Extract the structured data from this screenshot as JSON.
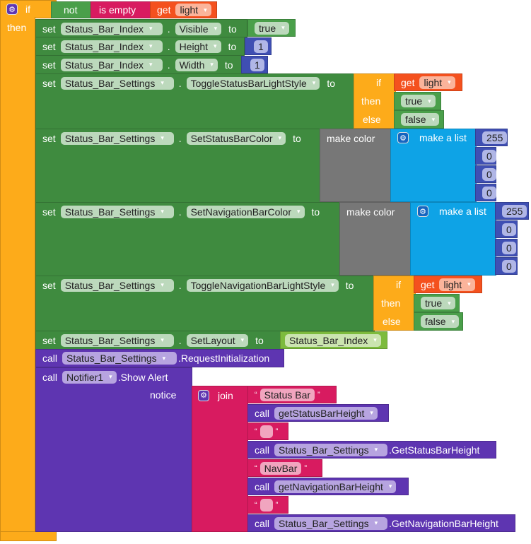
{
  "if_block": {
    "if": "if",
    "then": "then"
  },
  "condition": {
    "not": "not",
    "is_empty": "is empty",
    "get": "get",
    "var": "light"
  },
  "rows": [
    {
      "set": "set",
      "component": "Status_Bar_Index",
      "prop": "Visible",
      "to": "to",
      "value": "true"
    },
    {
      "set": "set",
      "component": "Status_Bar_Index",
      "prop": "Height",
      "to": "to",
      "value": "1"
    },
    {
      "set": "set",
      "component": "Status_Bar_Index",
      "prop": "Width",
      "to": "to",
      "value": "1"
    },
    {
      "set": "set",
      "component": "Status_Bar_Settings",
      "prop": "ToggleStatusBarLightStyle",
      "to": "to"
    },
    {
      "set": "set",
      "component": "Status_Bar_Settings",
      "prop": "SetStatusBarColor",
      "to": "to"
    },
    {
      "set": "set",
      "component": "Status_Bar_Settings",
      "prop": "SetNavigationBarColor",
      "to": "to"
    },
    {
      "set": "set",
      "component": "Status_Bar_Settings",
      "prop": "ToggleNavigationBarLightStyle",
      "to": "to"
    },
    {
      "set": "set",
      "component": "Status_Bar_Settings",
      "prop": "SetLayout",
      "to": "to",
      "value": "Status_Bar_Index"
    }
  ],
  "ternary": {
    "if": "if",
    "then": "then",
    "else": "else",
    "get": "get",
    "var": "light",
    "true": "true",
    "false": "false"
  },
  "color": {
    "make_color": "make color",
    "make_list": "make a list",
    "values": [
      "255",
      "0",
      "0",
      "0"
    ]
  },
  "request": {
    "call": "call",
    "component": "Status_Bar_Settings",
    "method": ".RequestInitialization"
  },
  "alert": {
    "call": "call",
    "component": "Notifier1",
    "method": ".Show Alert",
    "notice": "notice",
    "join": "join"
  },
  "join_items": {
    "t1": "Status Bar",
    "c1": "getStatusBarHeight",
    "t2": "",
    "c2comp": "Status_Bar_Settings",
    "c2m": ".GetStatusBarHeight",
    "t3": "NavBar",
    "c3": "getNavigationBarHeight",
    "t4": "",
    "c4comp": "Status_Bar_Settings",
    "c4m": ".GetNavigationBarHeight",
    "call": "call",
    "lq": "“",
    "rq": "”"
  },
  "arrow": "▾",
  "gear": "⚙"
}
